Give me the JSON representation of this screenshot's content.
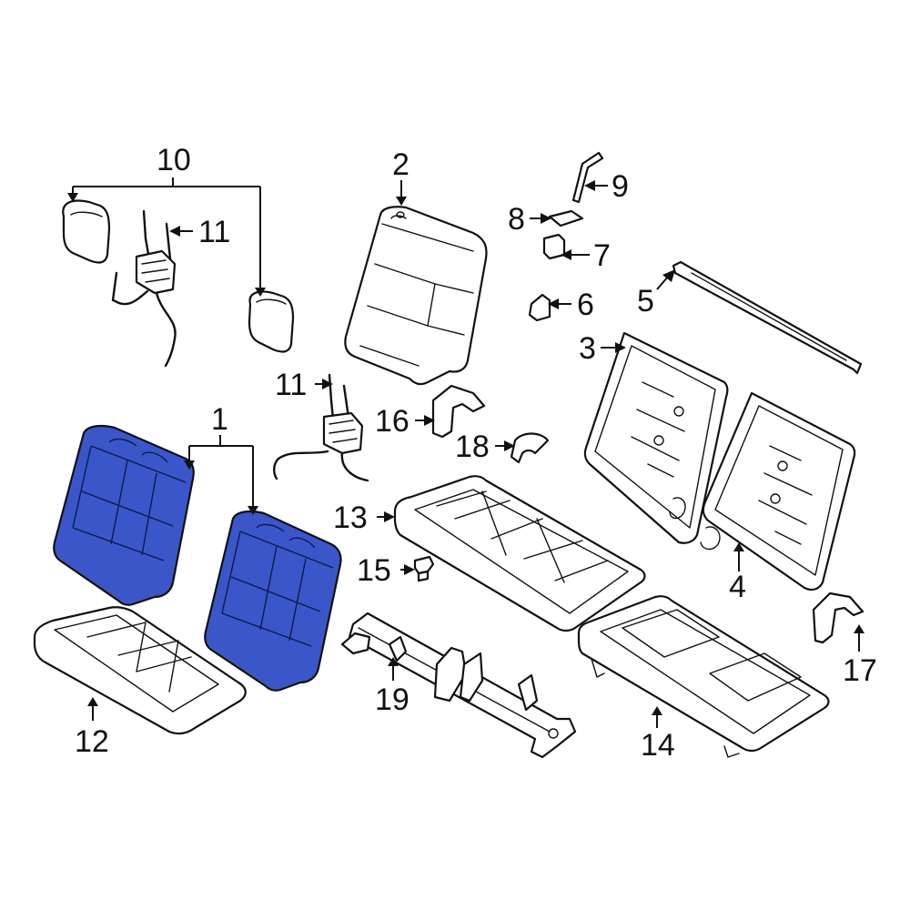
{
  "colors": {
    "highlight": "#3a56c8",
    "line": "#111111",
    "background": "#ffffff"
  },
  "callouts": {
    "c1": "1",
    "c2": "2",
    "c3": "3",
    "c4": "4",
    "c5": "5",
    "c6": "6",
    "c7": "7",
    "c8": "8",
    "c9": "9",
    "c10": "10",
    "c11a": "11",
    "c11b": "11",
    "c12": "12",
    "c13": "13",
    "c14": "14",
    "c15": "15",
    "c16": "16",
    "c17": "17",
    "c18": "18",
    "c19": "19"
  }
}
